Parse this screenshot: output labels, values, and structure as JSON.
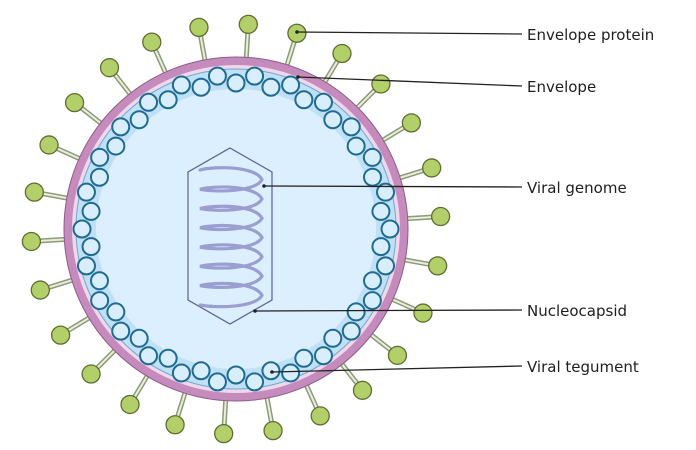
{
  "diagram": {
    "labels": {
      "envelope_protein": "Envelope protein",
      "envelope": "Envelope",
      "viral_genome": "Viral genome",
      "nucleocapsid": "Nucleocapsid",
      "viral_tegument": "Viral tegument"
    },
    "colors": {
      "envelope": "#c58bbd",
      "envelope_light": "#efd7ec",
      "tegument": "#bfe0f5",
      "interior": "#dcefff",
      "capsomer_stroke": "#1f6b92",
      "capsomer_fill": "#d8eefd",
      "spike_stem": "#8c9a78",
      "spike_head": "#b3cf6a",
      "spike_stroke": "#5e6e32",
      "genome": "#9a9ed0",
      "leader": "#222222"
    },
    "counts": {
      "spikes": 26,
      "capsomers": 52
    }
  }
}
